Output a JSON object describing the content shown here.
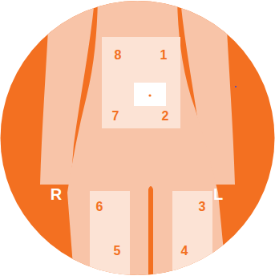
{
  "diagram": {
    "labels": [
      "8",
      "1",
      "7",
      "2",
      "R",
      "6",
      "3",
      "L",
      "5",
      "4"
    ]
  }
}
